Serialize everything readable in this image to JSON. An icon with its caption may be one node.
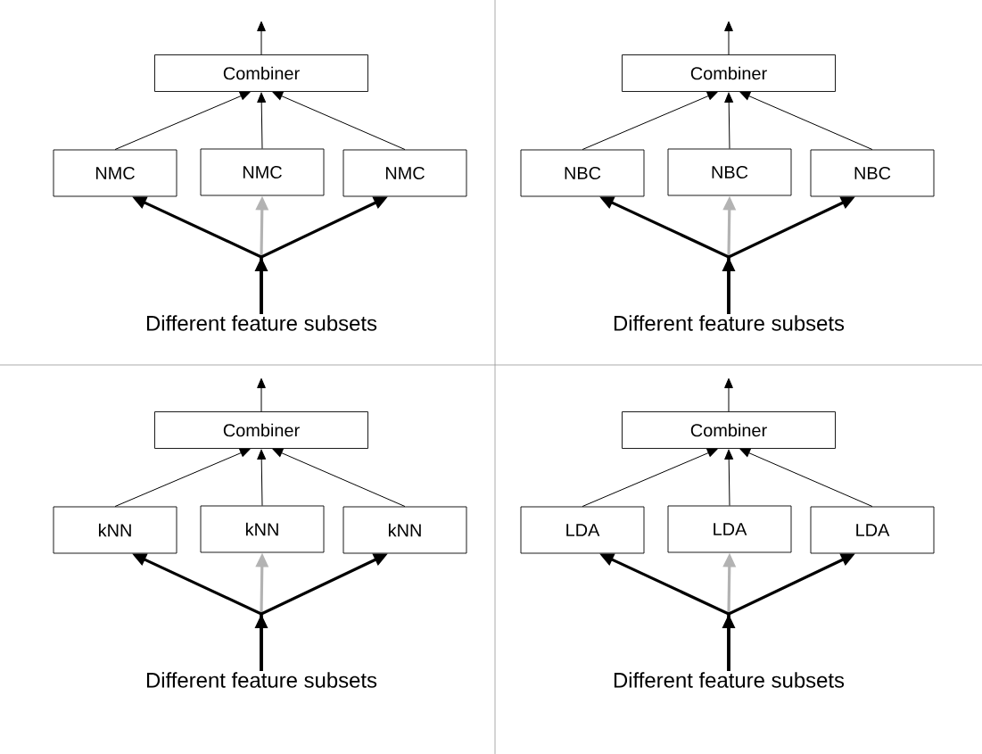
{
  "diagram": {
    "nodes": [
      {
        "text": [
          "Combiner"
        ]
      },
      {
        "text": [
          "NMC"
        ]
      },
      {
        "text": [
          "NMC"
        ]
      },
      {
        "text": [
          "NMC"
        ]
      },
      {
        "text": [
          "Different feature subsets"
        ]
      },
      {
        "text": [
          "Combiner"
        ]
      },
      {
        "text": [
          "NBC"
        ]
      },
      {
        "text": [
          "NBC"
        ]
      },
      {
        "text": [
          "NBC"
        ]
      },
      {
        "text": [
          "Different feature subsets"
        ]
      },
      {
        "text": [
          "Combiner"
        ]
      },
      {
        "text": [
          "kNN"
        ]
      },
      {
        "text": [
          "kNN"
        ]
      },
      {
        "text": [
          "kNN"
        ]
      },
      {
        "text": [
          "Different feature subsets"
        ]
      },
      {
        "text": [
          "Combiner"
        ]
      },
      {
        "text": [
          "LDA"
        ]
      },
      {
        "text": [
          "LDA"
        ]
      },
      {
        "text": [
          "LDA"
        ]
      },
      {
        "text": [
          "Different feature subsets"
        ]
      }
    ],
    "edges": [
      {
        "from": 0,
        "to": null,
        "arrow": "to"
      },
      {
        "from": 1,
        "to": 0,
        "arrow": "to"
      },
      {
        "from": 2,
        "to": 0,
        "arrow": "to"
      },
      {
        "from": 3,
        "to": 0,
        "arrow": "to"
      },
      {
        "from": 4,
        "to": 1,
        "arrow": "to",
        "style": "thick"
      },
      {
        "from": 4,
        "to": 2,
        "arrow": "to",
        "style": "thick",
        "color": "#b3b3b3"
      },
      {
        "from": 4,
        "to": 3,
        "arrow": "to",
        "style": "thick"
      },
      {
        "from": 5,
        "to": null,
        "arrow": "to"
      },
      {
        "from": 6,
        "to": 5,
        "arrow": "to"
      },
      {
        "from": 7,
        "to": 5,
        "arrow": "to"
      },
      {
        "from": 8,
        "to": 5,
        "arrow": "to"
      },
      {
        "from": 9,
        "to": 6,
        "arrow": "to",
        "style": "thick"
      },
      {
        "from": 9,
        "to": 7,
        "arrow": "to",
        "style": "thick",
        "color": "#b3b3b3"
      },
      {
        "from": 9,
        "to": 8,
        "arrow": "to",
        "style": "thick"
      },
      {
        "from": 10,
        "to": null,
        "arrow": "to"
      },
      {
        "from": 11,
        "to": 10,
        "arrow": "to"
      },
      {
        "from": 12,
        "to": 10,
        "arrow": "to"
      },
      {
        "from": 13,
        "to": 10,
        "arrow": "to"
      },
      {
        "from": 14,
        "to": 11,
        "arrow": "to",
        "style": "thick"
      },
      {
        "from": 14,
        "to": 12,
        "arrow": "to",
        "style": "thick",
        "color": "#b3b3b3"
      },
      {
        "from": 14,
        "to": 13,
        "arrow": "to",
        "style": "thick"
      },
      {
        "from": 15,
        "to": null,
        "arrow": "to"
      },
      {
        "from": 16,
        "to": 15,
        "arrow": "to"
      },
      {
        "from": 17,
        "to": 15,
        "arrow": "to"
      },
      {
        "from": 18,
        "to": 15,
        "arrow": "to"
      },
      {
        "from": 19,
        "to": 16,
        "arrow": "to",
        "style": "thick"
      },
      {
        "from": 19,
        "to": 17,
        "arrow": "to",
        "style": "thick",
        "color": "#b3b3b3"
      },
      {
        "from": 19,
        "to": 18,
        "arrow": "to",
        "style": "thick"
      }
    ]
  }
}
